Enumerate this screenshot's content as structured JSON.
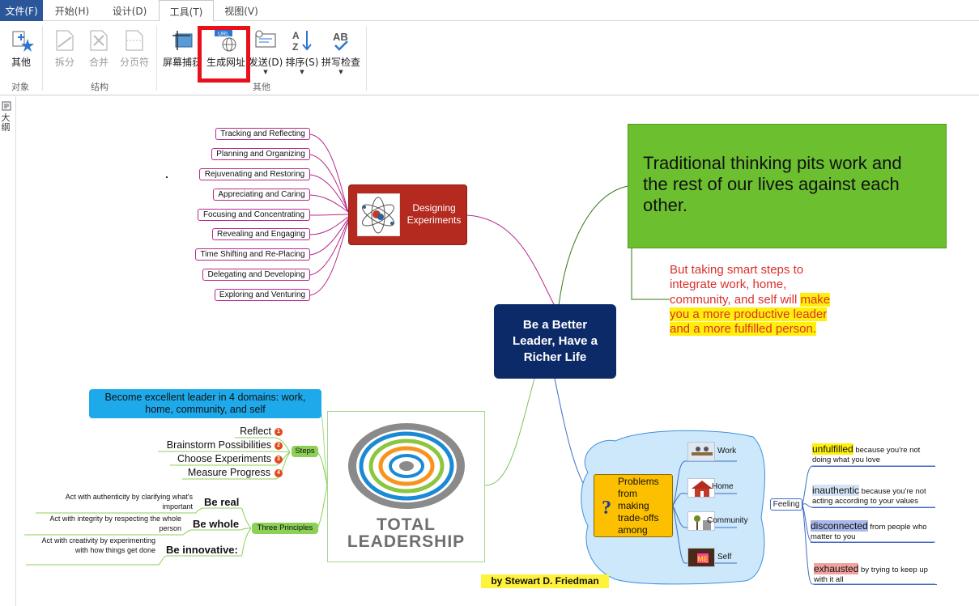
{
  "ribbon_tabs": [
    "文件(F)",
    "开始(H)",
    "设计(D)",
    "工具(T)",
    "视图(V)"
  ],
  "ribbon": {
    "other_object": "其他",
    "split": "拆分",
    "merge": "合并",
    "page_break": "分页符",
    "screen_capture": "屏幕捕获",
    "url_icon_text": "URL",
    "generate_url": "生成网址",
    "send": "发送(D)",
    "sort": "排序(S)",
    "spell_check": "拼写检查",
    "group_object": "对象",
    "group_structure": "结构",
    "group_other": "其他"
  },
  "side_panel": {
    "outline": "大纲"
  },
  "map": {
    "central": [
      "Be a Better",
      "Leader, Have a",
      "Richer Life"
    ],
    "designing": [
      "Designing",
      "Experiments"
    ],
    "designing_items": [
      "Tracking and Reflecting",
      "Planning and Organizing",
      "Rejuvenating and Restoring",
      "Appreciating and Caring",
      "Focusing and Concentrating",
      "Revealing and Engaging",
      "Time Shifting and Re-Placing",
      "Delegating and Developing",
      "Exploring and Venturing"
    ],
    "green_box": "Traditional thinking pits work and the rest of our lives against each other.",
    "red_text_plain": "But taking smart steps to integrate work, home, community, and self will ",
    "red_text_highlight": "make you a more productive leader and a more fulfilled person.",
    "become": "Become excellent leader in 4 domains: work, home, community, and self",
    "steps_label": "Steps",
    "steps": [
      "Reflect",
      "Brainstorm Possibilities",
      "Choose Experiments",
      "Measure Progress"
    ],
    "step_numbers": [
      "1",
      "2",
      "3",
      "4"
    ],
    "three_principles_label": "Three Principles",
    "principles": [
      {
        "name": "Be real",
        "desc": "Act with authenticity by clarifying what's important"
      },
      {
        "name": "Be whole",
        "desc": "Act with integrity by respecting the whole person"
      },
      {
        "name": "Be innovative:",
        "desc": "Act with creativity by experimenting with how things get done"
      }
    ],
    "total": "TOTAL",
    "leadership": "LEADERSHIP",
    "byline": "by Stewart D. Friedman",
    "problems": [
      "Problems",
      "from",
      "making",
      "trade-offs",
      "among"
    ],
    "problem_items": [
      "Work",
      "Home",
      "Community",
      "Self"
    ],
    "self_img_text": "ME",
    "feeling_label": "Feeling",
    "feelings": [
      {
        "key": "unfulfilled",
        "rest": " because you're not doing what you love",
        "color": "#ffef0b"
      },
      {
        "key": "inauthentic",
        "rest": " because you're not acting according to your values",
        "color": "#d6e4f7"
      },
      {
        "key": "disconnected",
        "rest": " from people who matter to you",
        "color": "#a9b8e8"
      },
      {
        "key": "exhausted",
        "rest": " by trying to keep up with it all",
        "color": "#f2a19c"
      }
    ]
  },
  "colors": {
    "ribbon_file_tab": "#2b579a",
    "central_node": "#0d2a68",
    "designing_node": "#b42a1f",
    "green_box": "#6cc030",
    "steps_blue": "#1eaaea",
    "problems_node": "#fcc000",
    "highlight_frame": "#e8101a"
  }
}
